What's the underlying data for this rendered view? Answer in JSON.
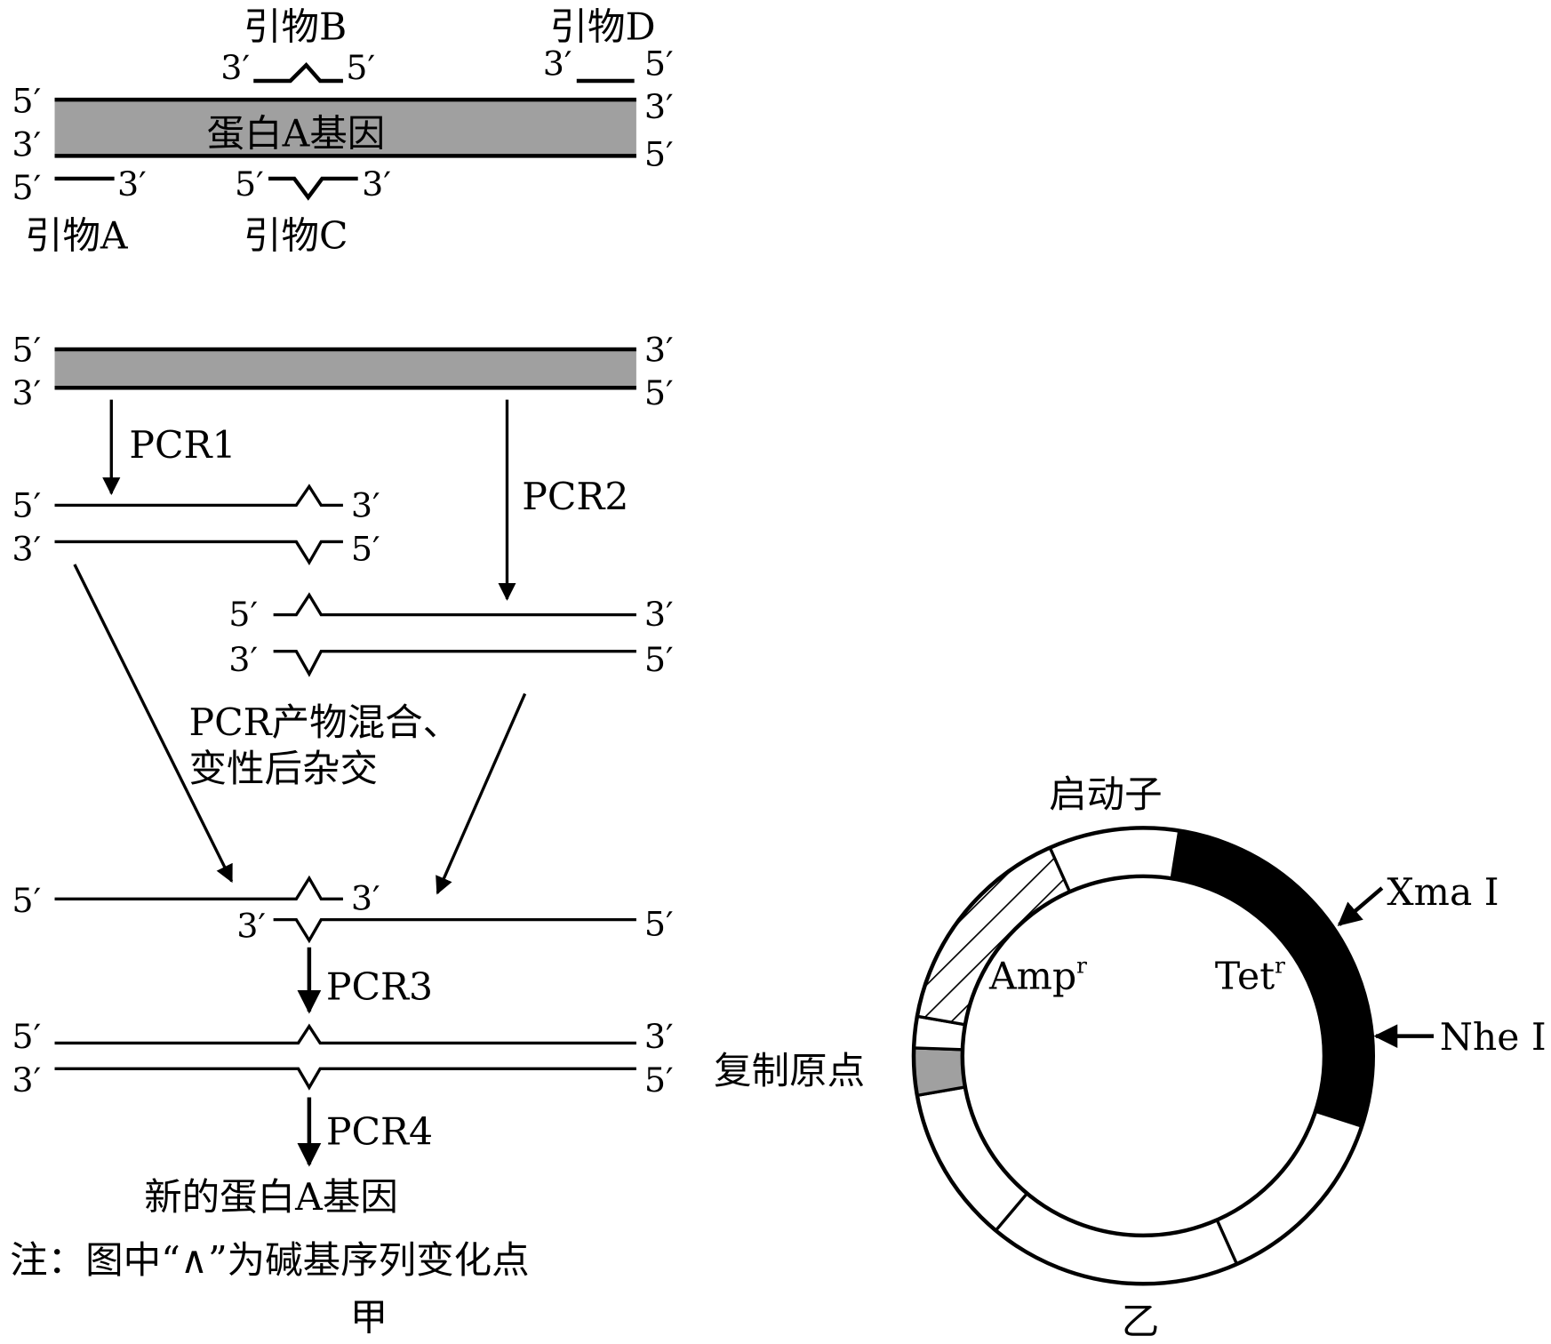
{
  "ends": {
    "five": "5′",
    "three": "3′"
  },
  "top_gene": {
    "label": "蛋白A基因"
  },
  "primers": {
    "a": "引物A",
    "b": "引物B",
    "c": "引物C",
    "d": "引物D"
  },
  "steps": {
    "pcr1": "PCR1",
    "pcr2": "PCR2",
    "pcr3": "PCR3",
    "pcr4": "PCR4"
  },
  "mix_text": [
    "PCR产物混合、",
    "变性后杂交"
  ],
  "result": "新的蛋白A基因",
  "note": "注：图中“∧”为碱基序列变化点",
  "caption_left": "甲",
  "plasmid": {
    "promoter": "启动子",
    "xma": "Xma Ⅰ",
    "nhe": "Nhe Ⅰ",
    "amp": "Amp",
    "tet": "Tet",
    "sup": "r",
    "ori": "复制原点",
    "caption": "乙",
    "colors": {
      "tet": "#000000",
      "ori": "#a0a0a0",
      "gene": "#a0a0a0"
    }
  }
}
